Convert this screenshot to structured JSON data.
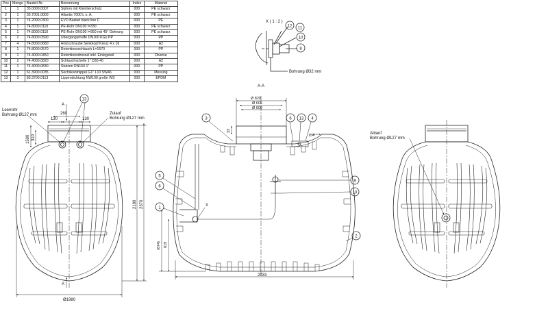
{
  "bom": {
    "headers": [
      "Pos",
      "Menge",
      "Bauteil-Nr.",
      "Benennung",
      "Index",
      "Material"
    ],
    "rows": [
      [
        "1",
        "1",
        "35.0000.0007",
        "Siphon mit Kleintierschutz",
        "000",
        "PE schwarz"
      ],
      [
        "2",
        "1",
        "35.7001.0000",
        "Atlantis 7000 L o. A.",
        "000",
        "PE schwarz"
      ],
      [
        "3",
        "1",
        "74.2000.0300",
        "EVO Basket black line C",
        "000",
        "PE"
      ],
      [
        "4",
        "1",
        "74.8000.0110",
        "PE-Rohr DN100 l=330",
        "000",
        "PE schwarz"
      ],
      [
        "5",
        "1",
        "74.8000.0110",
        "PE-Rohr DN100 l=950 mit 45° Gehrung",
        "000",
        "PE schwarz"
      ],
      [
        "6",
        "2",
        "74.8000.0590",
        "Übergangsmuffe DN100 KGu PP",
        "000",
        "PP"
      ],
      [
        "7",
        "4",
        "74.8000.0680",
        "Holzschraube Senkkopf Kreuz 4 x 16",
        "000",
        "A2"
      ],
      [
        "8",
        "1",
        "74.8000.0570",
        "Retentionsschlauch L=1570",
        "000",
        "PP"
      ],
      [
        "9",
        "1",
        "74.4000.0450",
        "Retentionsdrossel inkl. Einlegeteil",
        "000",
        "Diverse"
      ],
      [
        "10",
        "2",
        "74.4000.0820",
        "Schlauchschelle 1\" D30-40",
        "000",
        "A2"
      ],
      [
        "11",
        "1",
        "74.4000.0830",
        "Stutzen DN150 1\"",
        "000",
        "PP"
      ],
      [
        "12",
        "1",
        "61.3900.0035",
        "Sechskantnippel G1\" L10 SW46",
        "000",
        "Messing"
      ],
      [
        "13",
        "3",
        "83.3700.0113",
        "Lippendichtung NW100 große WS",
        "000",
        "EPDM"
      ]
    ]
  },
  "detail": {
    "title": "X ( 1 : 2 )",
    "bohrung": "Bohrung Ø32 mm",
    "balloons": [
      "12",
      "11",
      "10",
      "8"
    ]
  },
  "left_view": {
    "leerrohr": "Leerrohr",
    "leerrohr_bohrung": "Bohrung Ø127 mm",
    "zulauf": "Zulauf",
    "zulauf_bohrung": "Bohrung Ø127 mm",
    "dims": [
      "130",
      "260",
      "130",
      "1500",
      "310",
      "2180",
      "2370",
      "Ø1980"
    ],
    "section_marker": "A",
    "balloon": "13"
  },
  "section": {
    "title": "A-A",
    "dims": [
      "Ø 820",
      "Ø 605",
      "Ø 600",
      "33",
      "154",
      "2933",
      "(874)",
      "819"
    ],
    "balloons": [
      "3",
      "6",
      "13",
      "4",
      "5",
      "6",
      "1",
      "2",
      "9",
      "10"
    ],
    "label_x": "X"
  },
  "right_view": {
    "ablauf": "Ablauf",
    "ablauf_bohrung": "Bohrung Ø127 mm"
  }
}
